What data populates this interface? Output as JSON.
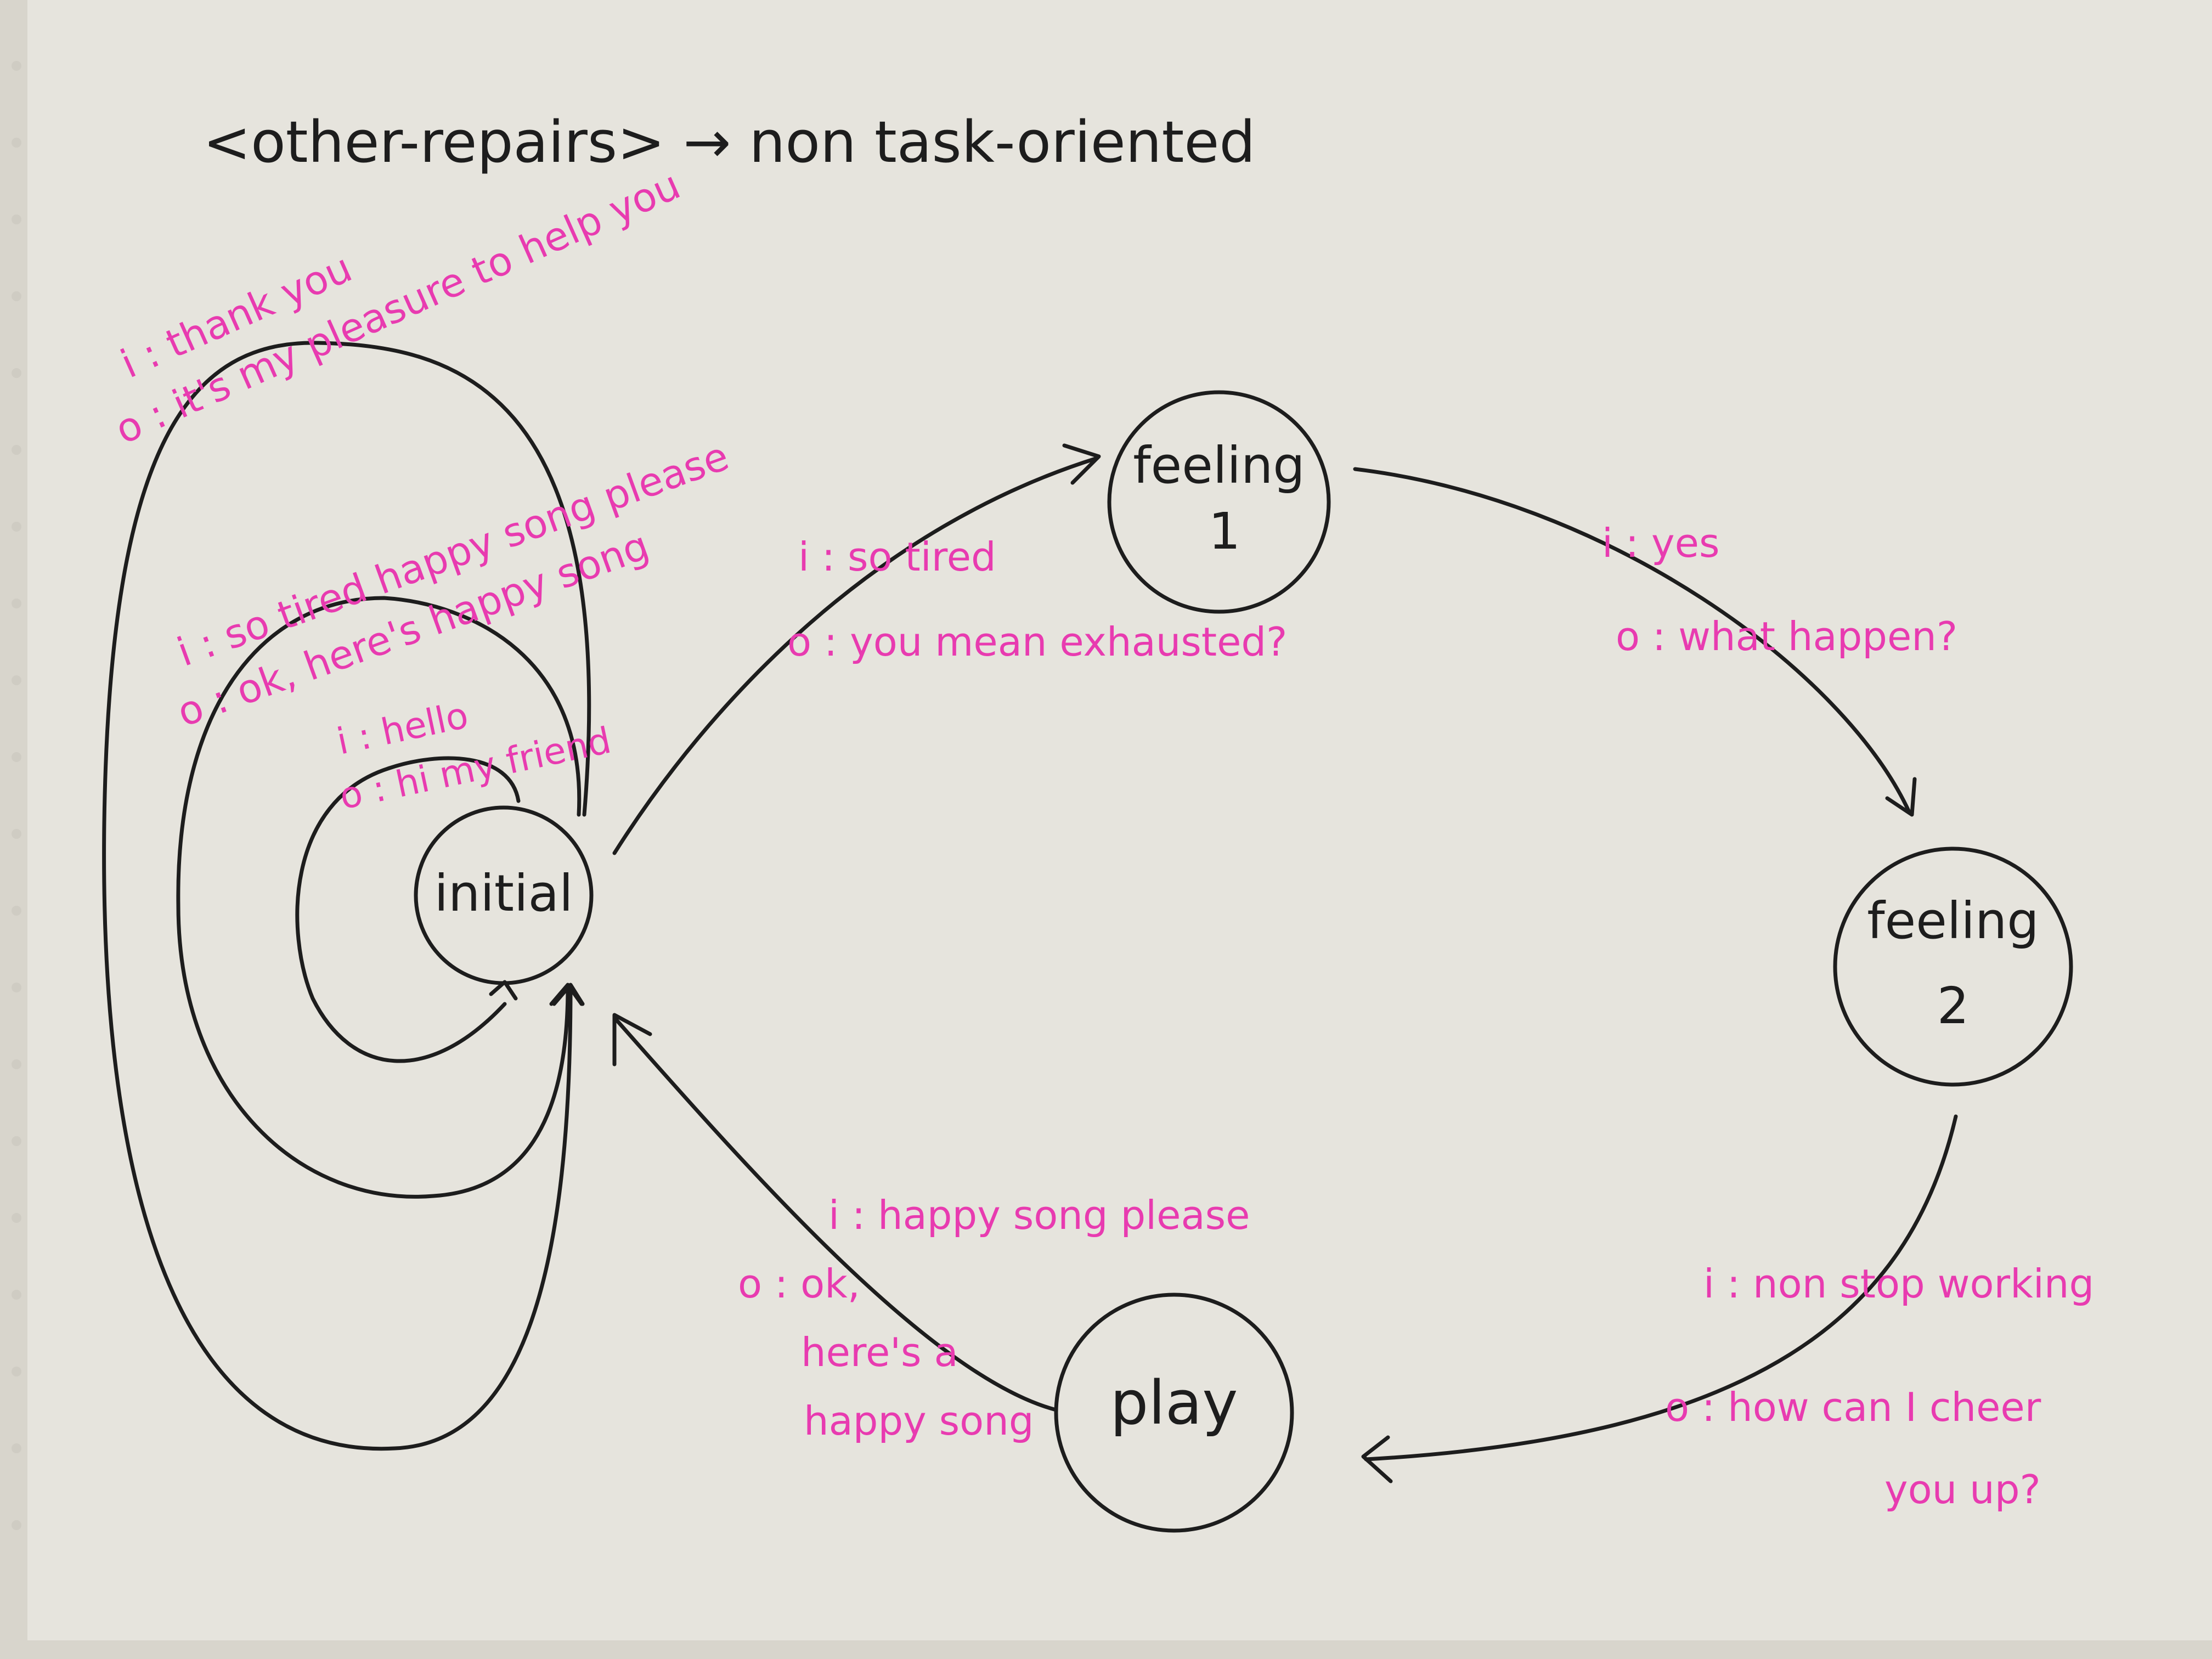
{
  "title": "<other-repairs> → non task-oriented",
  "nodes": {
    "initial": {
      "label": "initial"
    },
    "feeling1": {
      "label": "feeling",
      "number": "1"
    },
    "feeling2": {
      "label": "feeling",
      "number": "2"
    },
    "play": {
      "label": "play"
    }
  },
  "transitions": {
    "thank_you": {
      "input": "i : thank you",
      "output": "o : it's my pleasure to help you"
    },
    "so_tired_happy_song": {
      "input": "i : so tired happy song please",
      "output": "o : ok, here's happy song"
    },
    "hello": {
      "input": "i : hello",
      "output": "o : hi my friend"
    },
    "initial_to_feeling1": {
      "input": "i : so tired",
      "output": "o : you mean exhausted?"
    },
    "feeling1_to_feeling2": {
      "input": "i : yes",
      "output": "o : what happen?"
    },
    "feeling2_to_play": {
      "input": "i : non stop working",
      "output_line1": "o : how can I cheer",
      "output_line2": "you up?"
    },
    "play_to_initial": {
      "input": "i : happy song please",
      "output_line1": "o : ok,",
      "output_line2": "here's a",
      "output_line3": "happy song"
    }
  },
  "colors": {
    "ink": "#1d1d1d",
    "annotation": "#e83bb0",
    "paper": "#e6e4dd"
  }
}
